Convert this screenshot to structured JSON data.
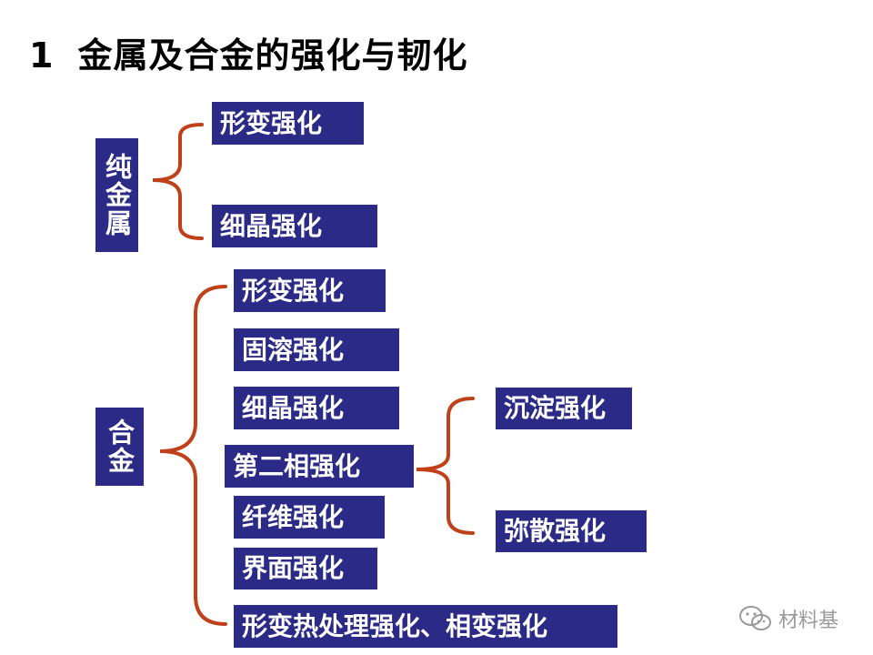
{
  "title": {
    "number": "1",
    "text": "金属及合金的强化与韧化"
  },
  "pure_metal": {
    "label": "纯金属",
    "items": [
      "形变强化",
      "细晶强化"
    ]
  },
  "alloy": {
    "label": "合金",
    "items": [
      "形变强化",
      "固溶强化",
      "细晶强化",
      "第二相强化",
      "纤维强化",
      "界面强化",
      "形变热处理强化、相变强化"
    ],
    "second_phase": [
      "沉淀强化",
      "弥散强化"
    ]
  },
  "colors": {
    "box": "#2b2a86",
    "brace": "#c0401a"
  },
  "watermark": {
    "icon": "wechat-icon",
    "text": "材料基"
  }
}
